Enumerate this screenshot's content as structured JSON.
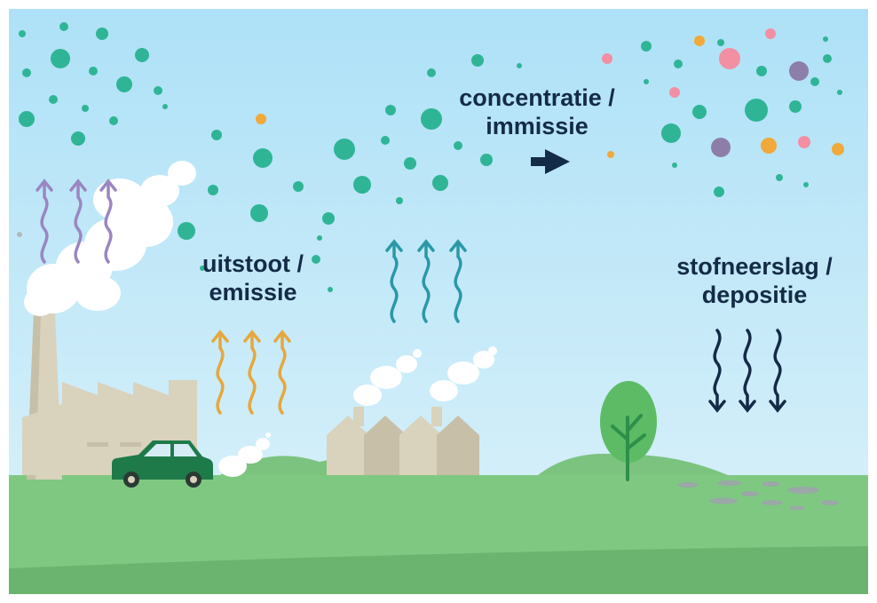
{
  "labels": {
    "emission": {
      "line1": "uitstoot /",
      "line2": "emissie"
    },
    "concentration": {
      "line1": "concentratie /",
      "line2": "immissie"
    },
    "deposition": {
      "line1": "stofneerslag /",
      "line2": "depositie"
    }
  },
  "colors": {
    "sky_top": "#aee1f7",
    "sky_bottom": "#dcf2fa",
    "grass": "#7fc882",
    "grass_dark": "#6ab46f",
    "hill": "#7cc37f",
    "building": "#d9d2bd",
    "building_shade": "#c7bfa8",
    "smoke": "#ffffff",
    "particle_teal": "#2fb596",
    "particle_orange": "#f0a93a",
    "particle_pink": "#f28fa3",
    "particle_purple": "#8c7ea8",
    "arrow_purple": "#9a86c2",
    "arrow_orange": "#e6a73c",
    "arrow_teal": "#2a98a8",
    "arrow_navy": "#142b47",
    "car": "#1f7a4a",
    "tree": "#5dbb65",
    "trunk": "#2d8f4a",
    "puddle": "#9aa8a6",
    "text": "#142b47"
  },
  "icons": [
    "factory-icon",
    "car-icon",
    "house-icon",
    "tree-icon",
    "smoke-icon",
    "arrow-right-icon",
    "wavy-arrow-up-icon",
    "wavy-arrow-down-icon",
    "particle-icon"
  ]
}
